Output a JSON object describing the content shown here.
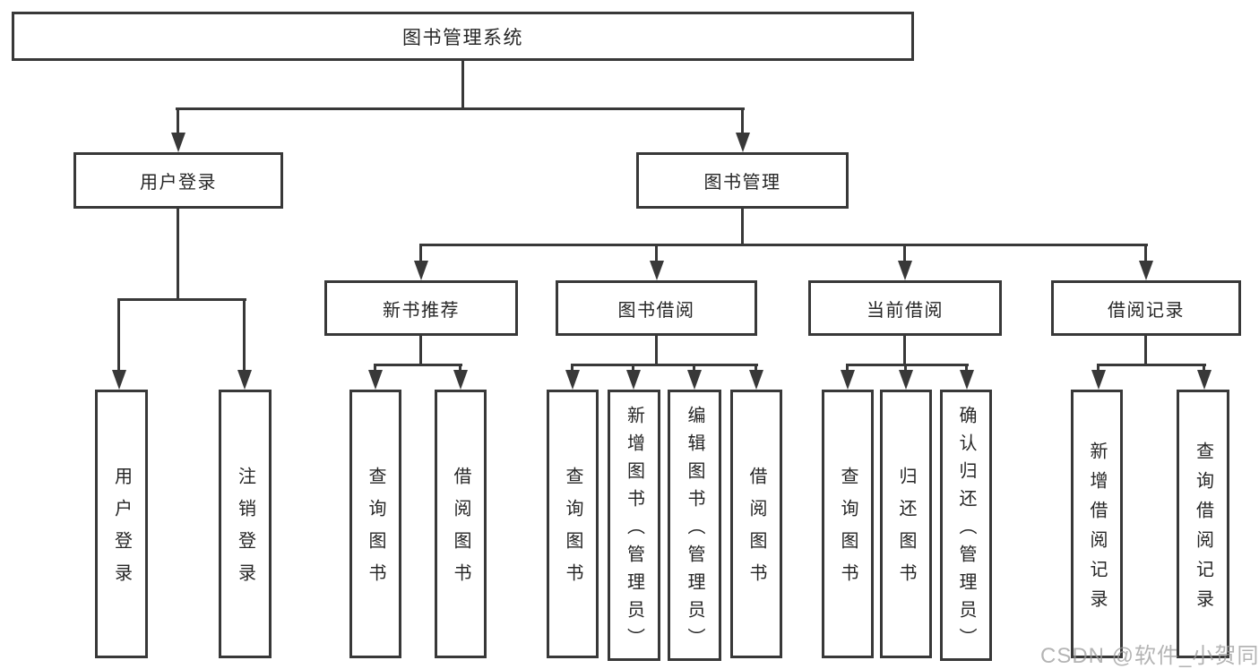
{
  "diagram": {
    "type": "hierarchy-tree",
    "root": {
      "label": "图书管理系统"
    },
    "level2": [
      {
        "label": "用户登录"
      },
      {
        "label": "图书管理"
      }
    ],
    "level3": [
      {
        "label": "新书推荐",
        "parent": "图书管理"
      },
      {
        "label": "图书借阅",
        "parent": "图书管理"
      },
      {
        "label": "当前借阅",
        "parent": "图书管理"
      },
      {
        "label": "借阅记录",
        "parent": "图书管理"
      }
    ],
    "leaves": [
      {
        "label": "用户登录",
        "parent": "用户登录"
      },
      {
        "label": "注销登录",
        "parent": "用户登录"
      },
      {
        "label": "查询图书",
        "parent": "新书推荐"
      },
      {
        "label": "借阅图书",
        "parent": "新书推荐"
      },
      {
        "label": "查询图书",
        "parent": "图书借阅"
      },
      {
        "label": "新增图书（管理员）",
        "parent": "图书借阅"
      },
      {
        "label": "编辑图书（管理员）",
        "parent": "图书借阅"
      },
      {
        "label": "借阅图书",
        "parent": "图书借阅"
      },
      {
        "label": "查询图书",
        "parent": "当前借阅"
      },
      {
        "label": "归还图书",
        "parent": "当前借阅"
      },
      {
        "label": "确认归还（管理员）",
        "parent": "当前借阅"
      },
      {
        "label": "新增借阅记录",
        "parent": "借阅记录"
      },
      {
        "label": "查询借阅记录",
        "parent": "借阅记录"
      }
    ]
  },
  "watermark": "CSDN @软件_小贺同学",
  "colors": {
    "line": "#383838",
    "box_border": "#383838",
    "box_fill": "#ffffff",
    "text": "#262626",
    "watermark": "#9b9b9b",
    "background": "#ffffff"
  }
}
